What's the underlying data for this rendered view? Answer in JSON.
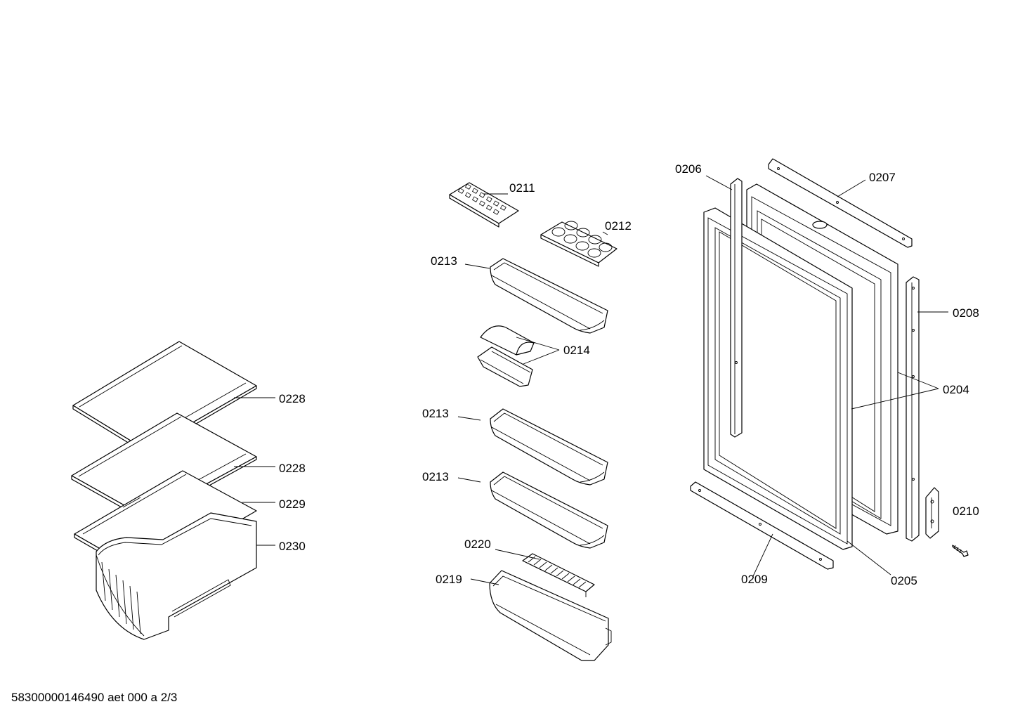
{
  "diagram": {
    "labels": {
      "p0204": "0204",
      "p0205": "0205",
      "p0206": "0206",
      "p0207": "0207",
      "p0208": "0208",
      "p0209": "0209",
      "p0210": "0210",
      "p0211": "0211",
      "p0212": "0212",
      "p0213a": "0213",
      "p0213b": "0213",
      "p0213c": "0213",
      "p0214": "0214",
      "p0219": "0219",
      "p0220": "0220",
      "p0228a": "0228",
      "p0228b": "0228",
      "p0229": "0229",
      "p0230": "0230"
    },
    "footer": "58300000146490 aet 000 a 2/3"
  }
}
